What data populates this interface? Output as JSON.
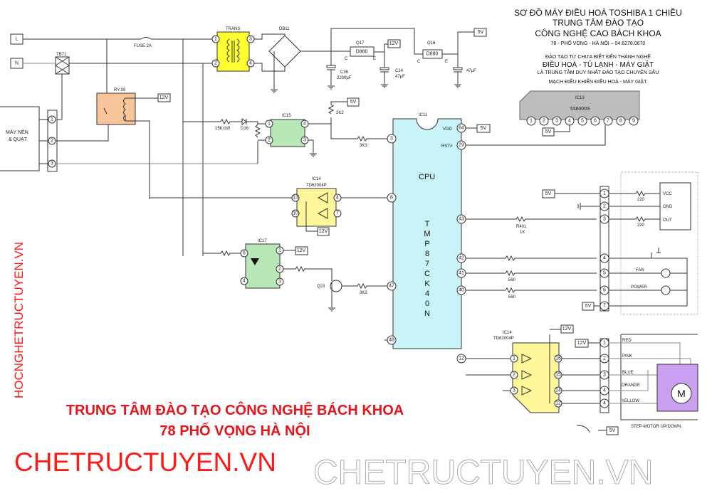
{
  "header": {
    "title": "SƠ ĐỒ MÁY ĐIỀU HOÀ TOSHIBA 1 CHIỀU",
    "line2": "TRUNG TÂM ĐÀO TẠO",
    "line3": "CÔNG NGHỆ CAO BÁCH KHOA",
    "address": "78 - PHỐ VỌNG - HÀ NỘI – 04.6278.0670",
    "tag1": "ĐÀO TẠO TỪ CHƯA BIẾT ĐẾN THÀNH NGHỀ",
    "tag2": "ĐIỀU HOÀ - TỦ LẠNH - MÁY GIẶT",
    "tag3": "LÀ TRUNG TÂM DUY NHẤT ĐÀO TẠO CHUYÊN SÂU",
    "tag4": "MẠCH ĐIỀU KHIỂN ĐIỀU HOÀ - MÁY GIẶT."
  },
  "footer": {
    "line1": "TRUNG TÂM ĐÀO TẠO CÔNG NGHỆ BÁCH KHOA",
    "line2": "78 PHỐ VỌNG HÀ NỘI",
    "color": "#e8141b"
  },
  "watermarks": {
    "small": "HOCNGHETRUCTUYEN.VN",
    "large": "CHETRUCTUYEN.VN",
    "outline": "CHETRUCTUYEN.VN"
  },
  "power": {
    "L": "L",
    "N": "N",
    "fuse": "FUSE 2A",
    "tb": "TB71",
    "trans": "TRANS",
    "bridge": "DB11",
    "c36": "C36",
    "c36v": "2200µF",
    "q17": "Q17",
    "q17p": "D880",
    "c14": "C14",
    "c14v": "47µF",
    "q16": "Q16",
    "q16p": "D880",
    "c47": "47µF",
    "c": "C",
    "e": "E",
    "v12": "12V",
    "v5": "5V"
  },
  "relay": {
    "label": "RY-08",
    "v": "12V"
  },
  "compressor": {
    "label1": "MÁY NÉN",
    "label2": "& QUẠT",
    "pins": [
      "1",
      "2",
      "3"
    ]
  },
  "ic15": {
    "label": "IC15",
    "r1": "15K/1W",
    "d": "D16",
    "r2": "2K2",
    "r3": "3K3",
    "v": "5V",
    "pins": [
      "1",
      "2",
      "4",
      "3"
    ]
  },
  "ic14a": {
    "label": "IC14",
    "part": "TD62004P",
    "v": "12V",
    "pins": [
      "13",
      "10",
      "4",
      "7"
    ]
  },
  "ic17": {
    "label": "IC17",
    "v": "12V",
    "q": "Q23",
    "r": "3K3",
    "pins": [
      "6",
      "4",
      "1",
      "2",
      "3"
    ]
  },
  "cpu": {
    "ic": "IC11",
    "label": "CPU",
    "part": [
      "T",
      "M",
      "P",
      "8",
      "7",
      "C",
      "K",
      "4",
      "0",
      "N"
    ],
    "vdd": "VDD",
    "rst": "RST#",
    "v": "5V",
    "pins": {
      "p64": "64",
      "p29": "29",
      "p43": "43",
      "p42": "42",
      "p41": "41",
      "p40": "40",
      "p3": "3",
      "p8": "8",
      "p47": "47",
      "p48": "48",
      "p12": "12"
    },
    "color": "#c8f4f8"
  },
  "ic13": {
    "label": "IC13",
    "part": "TA8000S",
    "pins": [
      "1",
      "2",
      "3",
      "4",
      "5",
      "6",
      "7",
      "8",
      "9"
    ],
    "v": "5V"
  },
  "panel": {
    "v5": "5V",
    "r401": "R401",
    "r401v": "1K",
    "r560": "560",
    "r220": "220",
    "vcc": "VCC",
    "gnd": "GND",
    "out": "OUT",
    "fan": "FAN",
    "power": "POWER",
    "pins": [
      "1",
      "2",
      "3",
      "4",
      "5",
      "6",
      "7"
    ]
  },
  "ic14b": {
    "label": "IC14",
    "part": "TD62004P",
    "v": "12V",
    "inpins": [
      "1",
      "2",
      "3"
    ],
    "outpins": [
      "16",
      "15",
      "14",
      "12"
    ]
  },
  "motor": {
    "v": "12V",
    "pins": [
      "1",
      "2",
      "3",
      "4",
      "4"
    ],
    "wires": [
      "RED",
      "PINK",
      "BLUE",
      "ORANGE",
      "YELLOW"
    ],
    "m": "M",
    "label": "STEP-MOTOR UP/DOWN",
    "v5": "5V"
  }
}
